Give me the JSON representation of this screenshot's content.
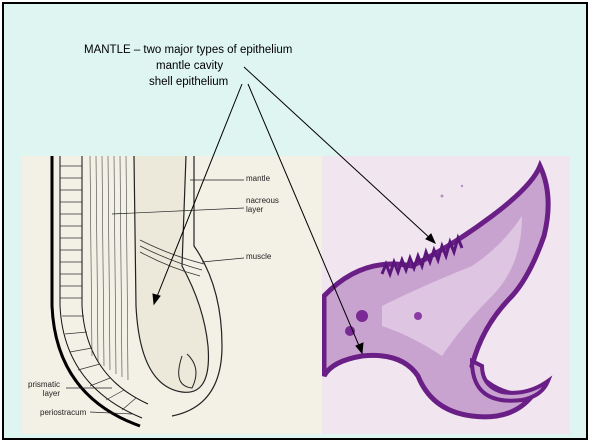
{
  "slide": {
    "title": "MANTLE – two major types of epithelium",
    "lines": [
      "mantle cavity",
      "shell epithelium"
    ]
  },
  "drawing": {
    "labels": {
      "mantle": "mantle",
      "nacreous": "nacreous\nlayer",
      "muscle": "muscle",
      "prismatic": "prismatic\nlayer",
      "periostracum": "periostracum"
    }
  },
  "colors": {
    "background": "#dff5f2",
    "border": "#000000",
    "stain_dark": "#6a1f86",
    "stain_light": "#c9a3cf"
  }
}
